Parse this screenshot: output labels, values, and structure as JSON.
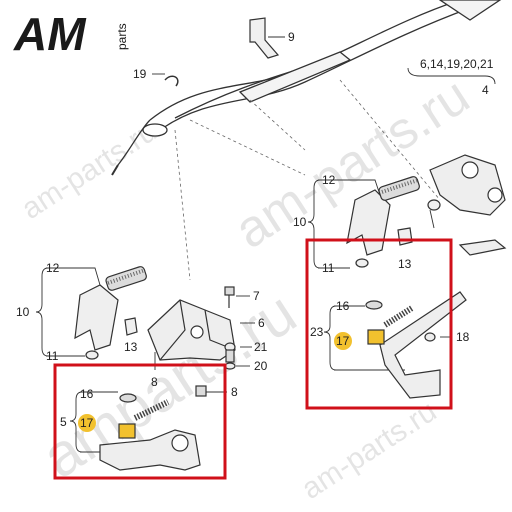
{
  "logo": {
    "brand": "AM",
    "sub": "parts"
  },
  "watermarks": [
    "am-parts.ru",
    "am-parts.ru",
    "amparts.ru",
    "am-parts.ru"
  ],
  "callouts": [
    {
      "id": "c9",
      "text": "9"
    },
    {
      "id": "c19",
      "text": "19"
    },
    {
      "id": "c4list",
      "text": "6,14,19,20,21"
    },
    {
      "id": "c4",
      "text": "4"
    },
    {
      "id": "c12r",
      "text": "12"
    },
    {
      "id": "c10r",
      "text": "10"
    },
    {
      "id": "c11r",
      "text": "11"
    },
    {
      "id": "c13r",
      "text": "13"
    },
    {
      "id": "c16r",
      "text": "16"
    },
    {
      "id": "c23",
      "text": "23"
    },
    {
      "id": "c17r",
      "text": "17"
    },
    {
      "id": "c18",
      "text": "18"
    },
    {
      "id": "c12l",
      "text": "12"
    },
    {
      "id": "c10l",
      "text": "10"
    },
    {
      "id": "c11l",
      "text": "11"
    },
    {
      "id": "c13l",
      "text": "13"
    },
    {
      "id": "c7",
      "text": "7"
    },
    {
      "id": "c6",
      "text": "6"
    },
    {
      "id": "c21",
      "text": "21"
    },
    {
      "id": "c20",
      "text": "20"
    },
    {
      "id": "c8a",
      "text": "8"
    },
    {
      "id": "c8b",
      "text": "8"
    },
    {
      "id": "c16l",
      "text": "16"
    },
    {
      "id": "c5",
      "text": "5"
    },
    {
      "id": "c17l",
      "text": "17"
    }
  ],
  "colors": {
    "highlight_box": "#d0101a",
    "marker": "#f2c12e",
    "line": "#333333"
  }
}
